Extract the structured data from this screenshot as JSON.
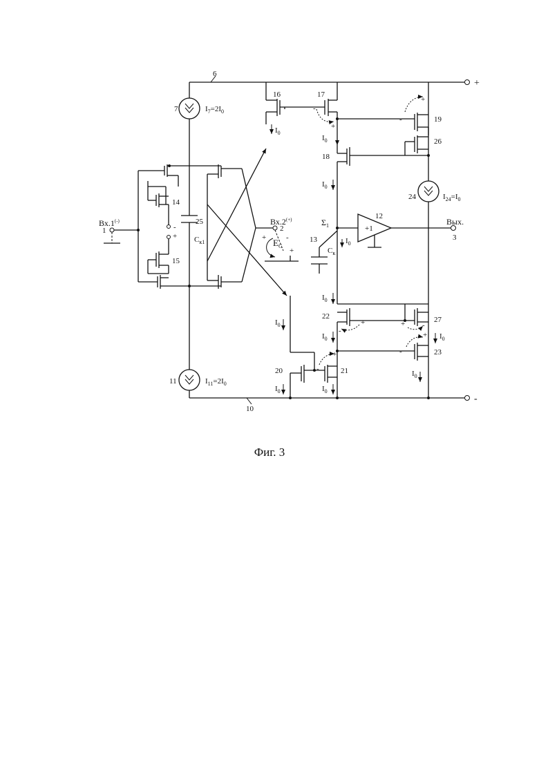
{
  "caption": "Фиг. 3",
  "rails": {
    "positive": "+",
    "negative": "-",
    "top_node": "6",
    "bottom_node": "10"
  },
  "inputs": {
    "in1": {
      "label": "Вх.1",
      "sup": "(-)",
      "node": "1"
    },
    "in2": {
      "label": "Вх.2",
      "sup": "(+)",
      "node": "2"
    },
    "out": {
      "label": "Вых.",
      "node": "3"
    }
  },
  "components": {
    "cs7": {
      "num": "7",
      "value": "I",
      "sub": "7",
      "rest": "=2I",
      "rest_sub": "0"
    },
    "cs11": {
      "num": "11",
      "value": "I",
      "sub": "11",
      "rest": "=2I",
      "rest_sub": "0"
    },
    "cs24": {
      "num": "24",
      "value": "I",
      "sub": "24",
      "rest": "=I",
      "rest_sub": "0"
    },
    "c25": {
      "num": "25",
      "label": "C",
      "sub": "к1"
    },
    "c13": {
      "num": "13",
      "label": "C",
      "sub": "к"
    },
    "buf12": {
      "num": "12",
      "gain": "+1"
    },
    "sigma": {
      "label": "Σ",
      "sub": "1"
    },
    "ec": {
      "label": "E",
      "sub": "C"
    },
    "transistors": [
      "14",
      "15",
      "16",
      "17",
      "18",
      "19",
      "20",
      "21",
      "22",
      "23",
      "26",
      "27"
    ]
  },
  "currents": {
    "base": "I",
    "sub": "0"
  },
  "signs": {
    "plus": "+",
    "minus": "-"
  }
}
